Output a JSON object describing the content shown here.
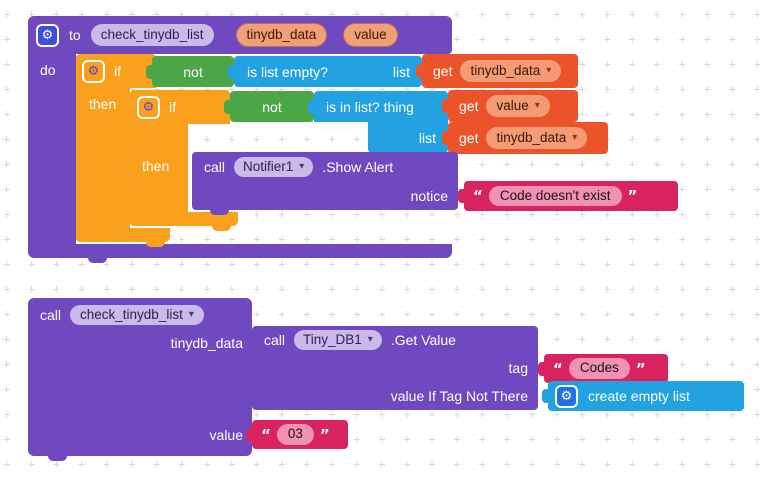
{
  "icons": {
    "gear": "⚙",
    "dropdown": "▾",
    "open_quote": "“",
    "close_quote": "”"
  },
  "colors": {
    "procedure": "#7048C0",
    "control": "#F9A11C",
    "logic": "#4BA648",
    "lists": "#23A2E2",
    "variables": "#EB532B",
    "text": "#D8235F"
  },
  "procedure_definition": {
    "to_label": "to",
    "name": "check_tinydb_list",
    "param_1": "tinydb_data",
    "param_2": "value",
    "do_label": "do",
    "outer_if": {
      "if_label": "if",
      "not_label": "not",
      "is_list_empty": {
        "text": "is list empty?",
        "socket_label": "list"
      },
      "get_list": {
        "get_label": "get",
        "variable": "tinydb_data"
      },
      "then_label": "then"
    },
    "inner_if": {
      "if_label": "if",
      "not_label": "not",
      "is_in_list": {
        "text": "is in list? thing",
        "socket_label": "list"
      },
      "get_thing": {
        "get_label": "get",
        "variable": "value"
      },
      "get_list": {
        "get_label": "get",
        "variable": "tinydb_data"
      },
      "then_label": "then"
    },
    "show_alert": {
      "call_label": "call",
      "component": "Notifier1",
      "method": ".Show Alert",
      "notice_label": "notice",
      "notice_value": "Code doesn't exist"
    }
  },
  "procedure_call": {
    "call_label": "call",
    "name": "check_tinydb_list",
    "arg_1_label": "tinydb_data",
    "arg_2_label": "value",
    "get_value_call": {
      "call_label": "call",
      "component": "Tiny_DB1",
      "method": ".Get Value",
      "tag_label": "tag",
      "tag_value": "Codes",
      "not_there_label": "value If Tag Not There",
      "not_there_value": "create empty list"
    },
    "value_arg": "03"
  }
}
